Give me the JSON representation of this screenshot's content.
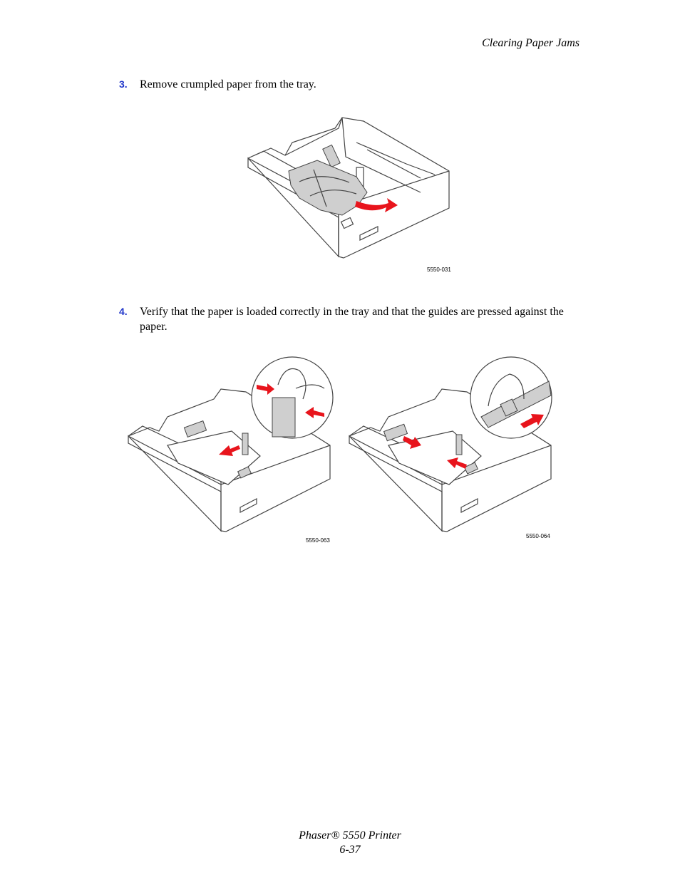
{
  "header": {
    "section_title": "Clearing Paper Jams"
  },
  "steps": [
    {
      "number": "3.",
      "text": "Remove crumpled paper from the tray."
    },
    {
      "number": "4.",
      "text": "Verify that the paper is loaded correctly in the tray and that the guides are pressed against the paper."
    }
  ],
  "figures": {
    "fig1_label": "5550-031",
    "fig2_label": "5550-063",
    "fig3_label": "5550-064"
  },
  "footer": {
    "product": "Phaser® 5550 Printer",
    "page": "6-37"
  },
  "colors": {
    "step_number": "#1f35c9",
    "arrow": "#e8141c"
  }
}
